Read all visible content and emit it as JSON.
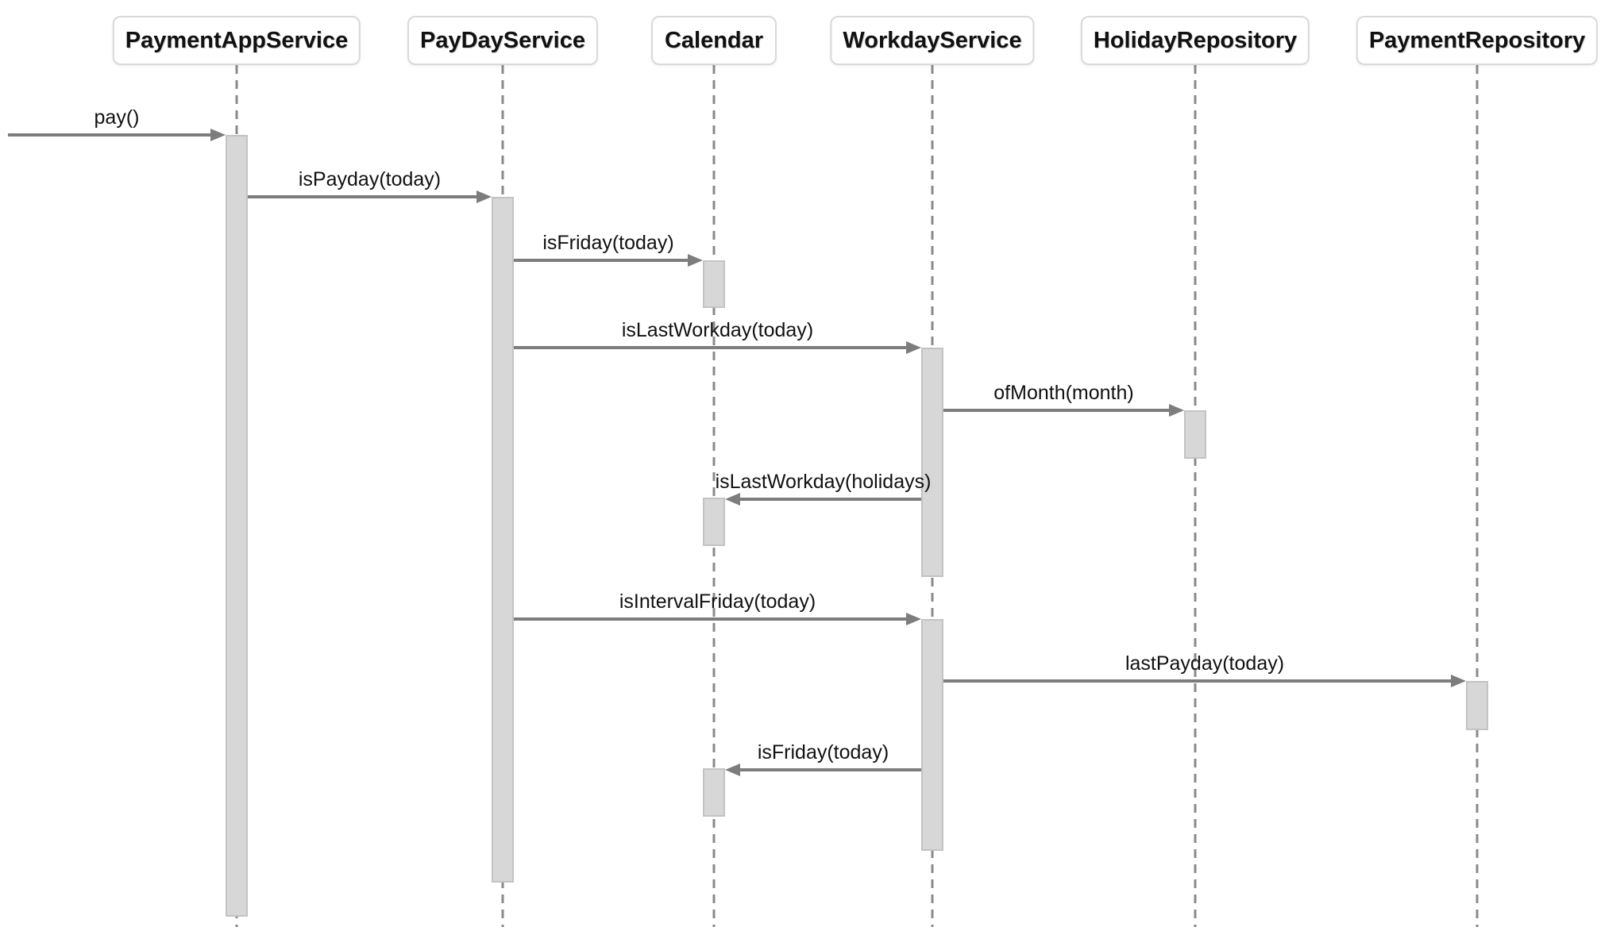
{
  "diagram": {
    "type": "uml-sequence-diagram",
    "participants": [
      {
        "id": "PaymentAppService",
        "label": "PaymentAppService"
      },
      {
        "id": "PayDayService",
        "label": "PayDayService"
      },
      {
        "id": "Calendar",
        "label": "Calendar"
      },
      {
        "id": "WorkdayService",
        "label": "WorkdayService"
      },
      {
        "id": "HolidayRepository",
        "label": "HolidayRepository"
      },
      {
        "id": "PaymentRepository",
        "label": "PaymentRepository"
      }
    ],
    "messages": [
      {
        "label": "pay()",
        "from": "(external)",
        "to": "PaymentAppService"
      },
      {
        "label": "isPayday(today)",
        "from": "PaymentAppService",
        "to": "PayDayService"
      },
      {
        "label": "isFriday(today)",
        "from": "PayDayService",
        "to": "Calendar"
      },
      {
        "label": "isLastWorkday(today)",
        "from": "PayDayService",
        "to": "WorkdayService"
      },
      {
        "label": "ofMonth(month)",
        "from": "WorkdayService",
        "to": "HolidayRepository"
      },
      {
        "label": "isLastWorkday(holidays)",
        "from": "WorkdayService",
        "to": "Calendar"
      },
      {
        "label": "isIntervalFriday(today)",
        "from": "PayDayService",
        "to": "WorkdayService"
      },
      {
        "label": "lastPayday(today)",
        "from": "WorkdayService",
        "to": "PaymentRepository"
      },
      {
        "label": "isFriday(today)",
        "from": "WorkdayService",
        "to": "Calendar"
      }
    ],
    "colors": {
      "arrow": "#7d7d7d",
      "lifeline": "#8a8a8a",
      "activation_fill": "#d7d7d7",
      "activation_border": "#c3c3c3",
      "box_fill": "#ffffff",
      "box_border": "#d9d9d9",
      "text": "#111111",
      "background": "#ffffff"
    }
  }
}
